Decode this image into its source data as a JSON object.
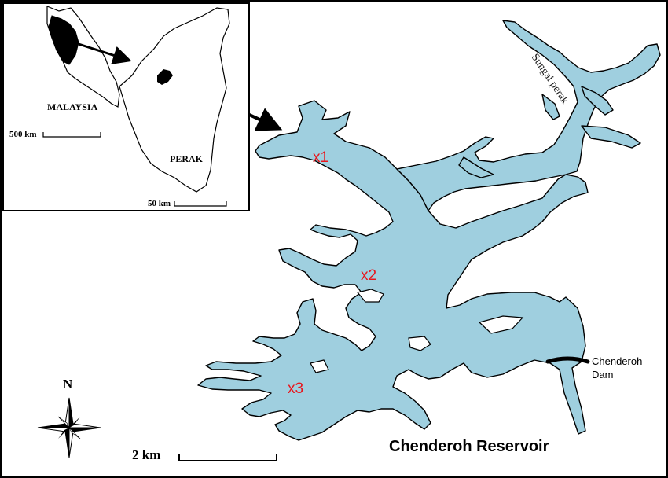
{
  "map": {
    "title": "Chenderoh Reservoir",
    "water_color": "#9FCFDF",
    "river_label": "Sungai perak",
    "dam_label_line1": "Chenderoh",
    "dam_label_line2": "Dam",
    "scale_label": "2 km",
    "north_label": "N",
    "sites": [
      {
        "label": "x1"
      },
      {
        "label": "x2"
      },
      {
        "label": "x3"
      }
    ],
    "site_color": "#E8141B"
  },
  "inset": {
    "country_label": "MALAYSIA",
    "state_label": "PERAK",
    "country_scale_label": "500 km",
    "state_scale_label": "50 km"
  }
}
